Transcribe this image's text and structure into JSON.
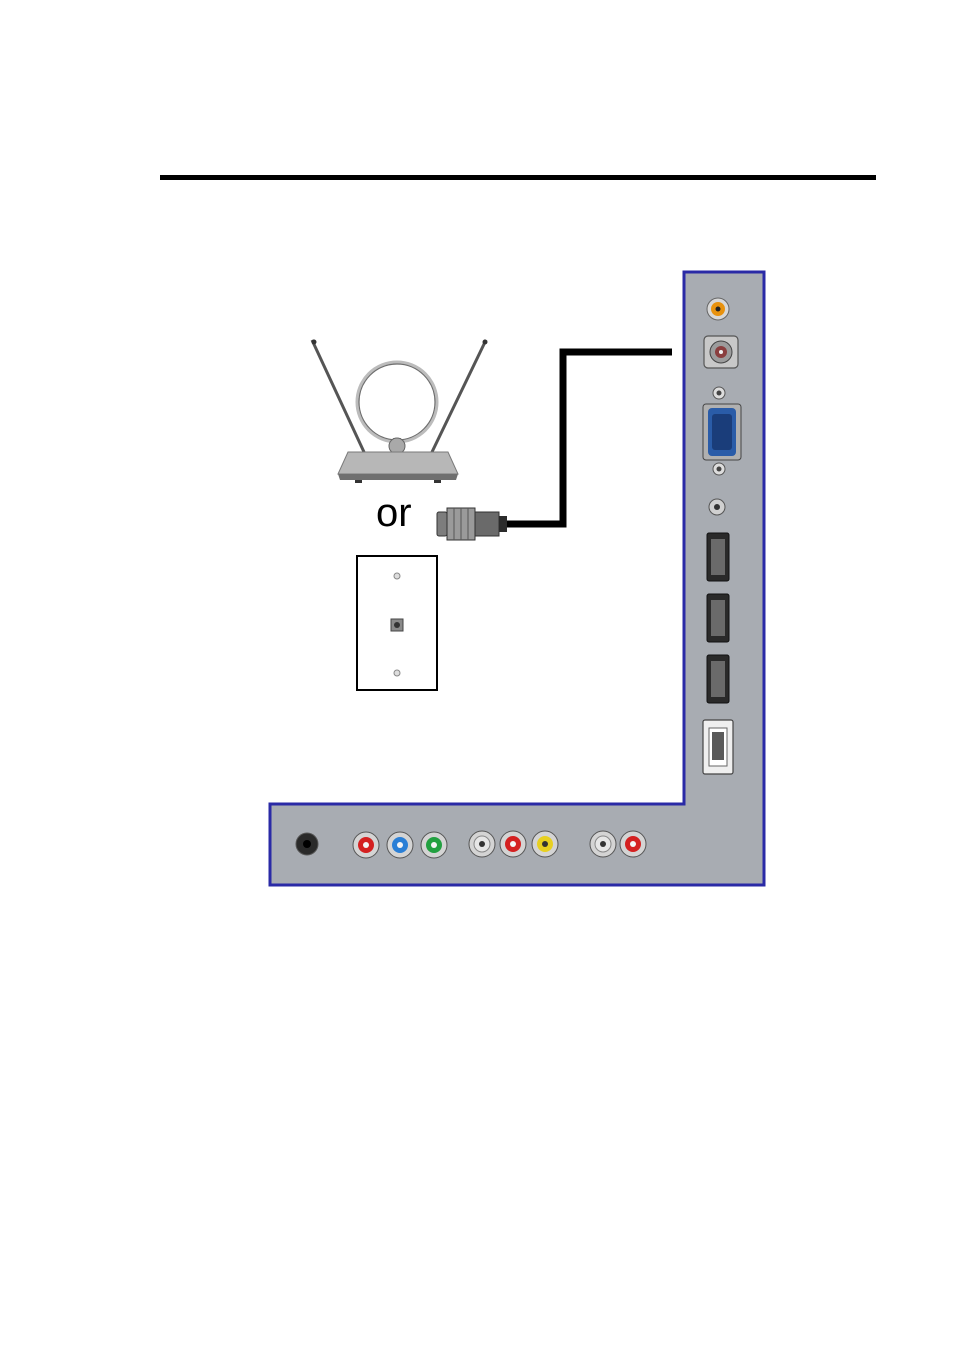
{
  "connector_word": "or",
  "colors": {
    "panel_fill": "#a8acb2",
    "panel_border": "#2a2aa6",
    "cable": "#000000",
    "rule": "#000000"
  },
  "devices": {
    "antenna": "indoor-rabbit-ear-antenna",
    "wall_plate": "coaxial-wall-outlet"
  },
  "side_ports": [
    "spdif-audio-out",
    "rf-coax-in",
    "screw",
    "vga-in",
    "screw",
    "pc-audio-in",
    "hdmi-1",
    "hdmi-2",
    "hdmi-3",
    "usb"
  ],
  "bottom_ports": [
    {
      "name": "headphone-jack",
      "color": "#111111"
    },
    {
      "name": "component-pr",
      "color": "#d42020"
    },
    {
      "name": "component-pb",
      "color": "#2a7fd6"
    },
    {
      "name": "component-y",
      "color": "#22a040"
    },
    {
      "name": "av-audio-left",
      "color": "#e6e6e6"
    },
    {
      "name": "av-audio-right",
      "color": "#d42020"
    },
    {
      "name": "av-video",
      "color": "#e8d020"
    },
    {
      "name": "pc-audio-left",
      "color": "#e6e6e6"
    },
    {
      "name": "pc-audio-right",
      "color": "#d42020"
    }
  ]
}
